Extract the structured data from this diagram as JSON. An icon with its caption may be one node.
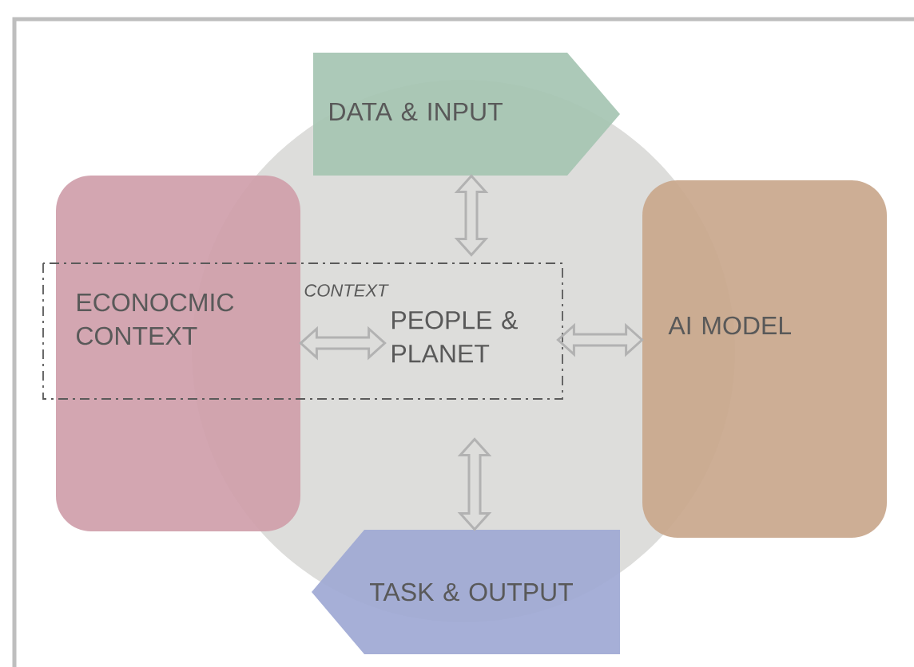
{
  "diagram": {
    "nodes": [
      {
        "text": [
          "DATA & INPUT"
        ]
      },
      {
        "text": [
          "ECONOCMIC CONTEXT"
        ]
      },
      {
        "text": [
          "PEOPLE & PLANET"
        ]
      },
      {
        "text": [
          "AI MODEL"
        ]
      },
      {
        "text": [
          "TASK & OUTPUT"
        ]
      }
    ],
    "edges": [
      {
        "from": 0,
        "to": 2,
        "arrow": "both"
      },
      {
        "from": 1,
        "to": 2,
        "arrow": "both"
      },
      {
        "from": 2,
        "to": 3,
        "arrow": "both"
      },
      {
        "from": 2,
        "to": 4,
        "arrow": "both"
      }
    ],
    "labels": [
      "CONTEXT"
    ]
  }
}
